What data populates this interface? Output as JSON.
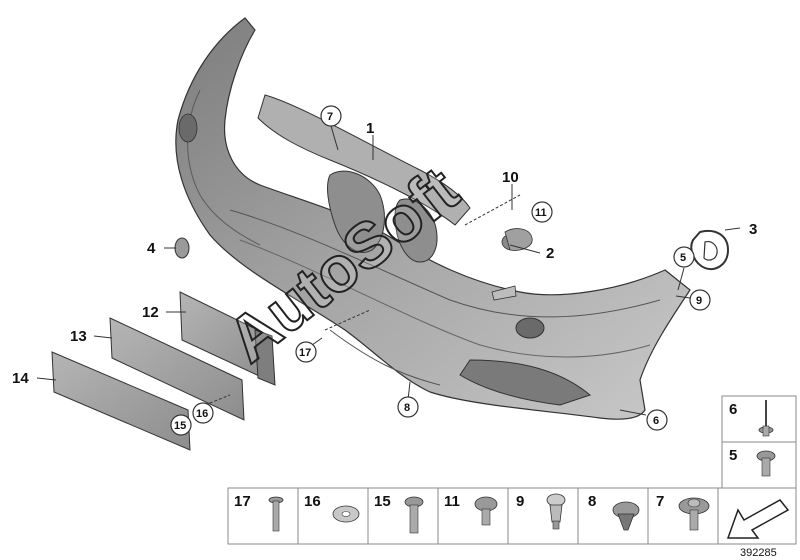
{
  "diagram_id": "392285",
  "watermark": "AutoSoft",
  "callouts": {
    "c1": "1",
    "c2": "2",
    "c3": "3",
    "c4": "4",
    "c5": "5",
    "c6": "6",
    "c7": "7",
    "c8": "8",
    "c9": "9",
    "c10": "10",
    "c11": "11",
    "c12": "12",
    "c13": "13",
    "c14": "14",
    "c15": "15",
    "c16": "16",
    "c17": "17"
  },
  "fastener_panels": [
    "17",
    "16",
    "15",
    "11",
    "9",
    "8",
    "7"
  ],
  "side_panels": [
    "6",
    "5"
  ],
  "colors": {
    "part_fill": "#9a9a9a",
    "part_dark": "#6f6f6f",
    "part_light": "#c4c4c4",
    "line": "#222222",
    "panel_border": "#888888"
  }
}
